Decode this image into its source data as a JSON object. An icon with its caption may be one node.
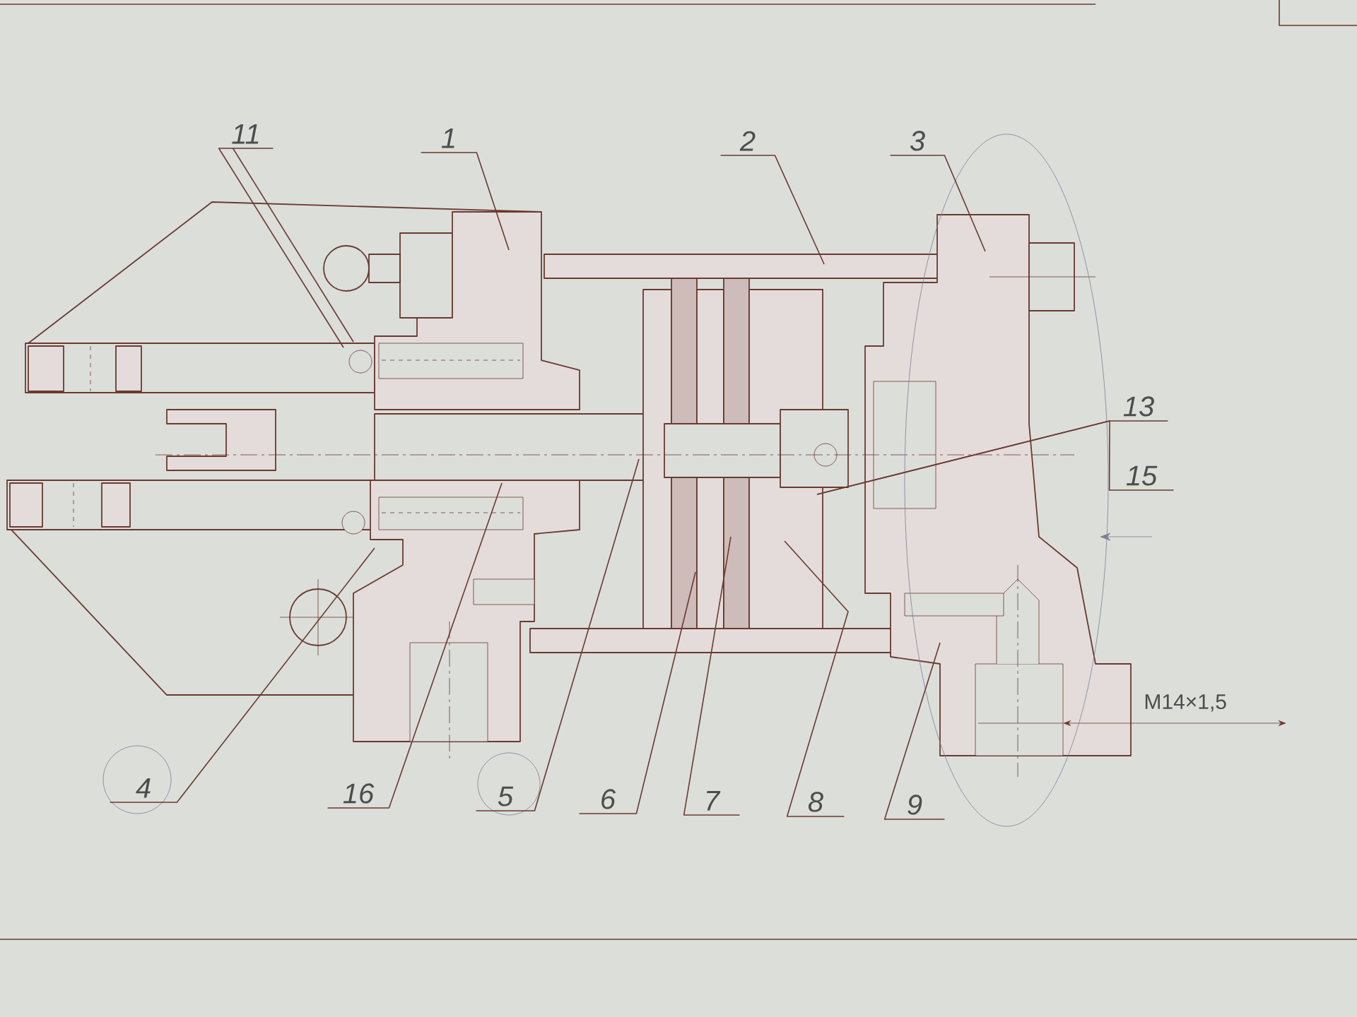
{
  "diagram": {
    "nodes": [
      {
        "text": [
          "11"
        ]
      },
      {
        "text": [
          "1"
        ]
      },
      {
        "text": [
          "2"
        ]
      },
      {
        "text": [
          "3"
        ]
      },
      {
        "text": [
          "13"
        ]
      },
      {
        "text": [
          "15"
        ]
      },
      {
        "text": [
          "4"
        ]
      },
      {
        "text": [
          "16"
        ]
      },
      {
        "text": [
          "5"
        ]
      },
      {
        "text": [
          "6"
        ]
      },
      {
        "text": [
          "7"
        ]
      },
      {
        "text": [
          "8"
        ]
      },
      {
        "text": [
          "9"
        ]
      }
    ],
    "edges": [
      {
        "from": 0,
        "to": null,
        "arrow": "none"
      },
      {
        "from": 0,
        "to": null,
        "arrow": "none"
      },
      {
        "from": 1,
        "to": null,
        "arrow": "none"
      },
      {
        "from": 2,
        "to": null,
        "arrow": "none"
      },
      {
        "from": 3,
        "to": null,
        "arrow": "none"
      },
      {
        "from": 4,
        "to": null,
        "arrow": "none"
      },
      {
        "from": 5,
        "to": null,
        "arrow": "none"
      },
      {
        "from": 6,
        "to": null,
        "arrow": "none"
      },
      {
        "from": 7,
        "to": null,
        "arrow": "none"
      },
      {
        "from": 8,
        "to": null,
        "arrow": "none"
      },
      {
        "from": 9,
        "to": null,
        "arrow": "none"
      },
      {
        "from": 10,
        "to": null,
        "arrow": "none"
      },
      {
        "from": 11,
        "to": null,
        "arrow": "none"
      },
      {
        "from": 12,
        "to": null,
        "arrow": "none"
      }
    ],
    "labels": [
      "M14×1,5"
    ]
  }
}
